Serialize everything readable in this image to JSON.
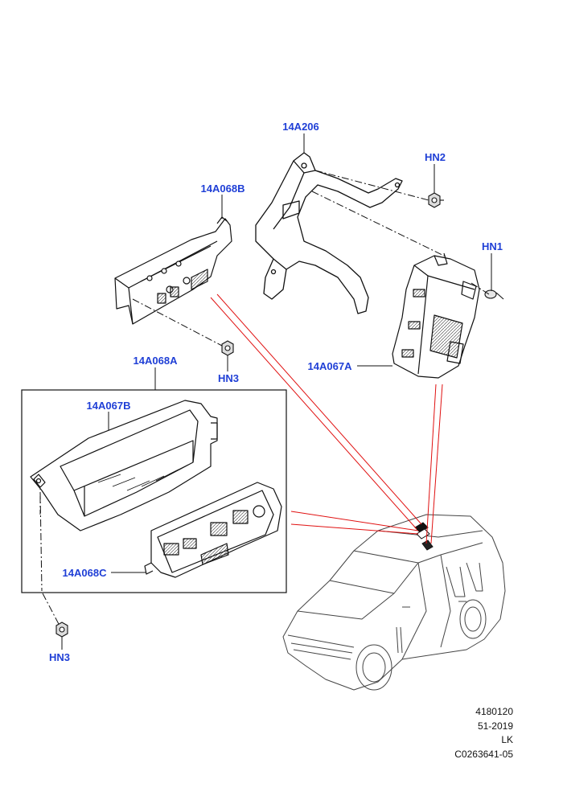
{
  "callouts": {
    "bracket": "14A206",
    "nut_hn2": "HN2",
    "nut_hn1": "HN1",
    "fusebox_upper": "14A068B",
    "module": "14A067A",
    "nut_hn3_upper": "HN3",
    "assembly": "14A068A",
    "cover": "14A067B",
    "fusebox_lower": "14A068C",
    "nut_hn3_lower": "HN3"
  },
  "footer": {
    "line1": "4180120",
    "line2": "51-2019",
    "line3": "LK",
    "line4": "C0263641-05"
  },
  "colors": {
    "callout": "#1f3fd6",
    "leader_red": "#e01010",
    "line": "#111111"
  }
}
